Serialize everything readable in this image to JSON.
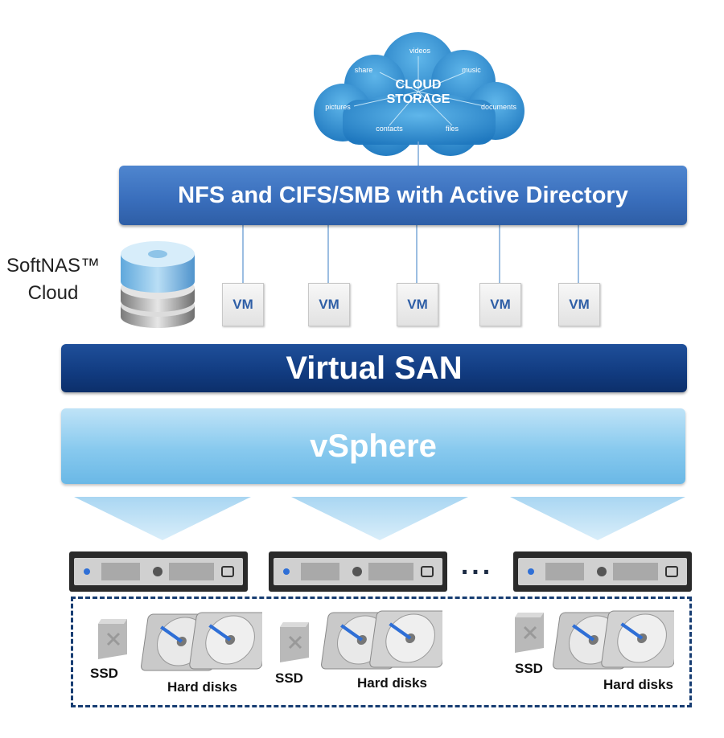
{
  "cloud": {
    "title_line1": "CLOUD",
    "title_line2": "STORAGE",
    "items": [
      "videos",
      "share",
      "music",
      "pictures",
      "documents",
      "contacts",
      "files"
    ]
  },
  "protocol_bar": {
    "label": "NFS and CIFS/SMB with Active Directory"
  },
  "softnas": {
    "line1": "SoftNAS™",
    "line2": "Cloud"
  },
  "vms": [
    "VM",
    "VM",
    "VM",
    "VM",
    "VM"
  ],
  "virtual_san": {
    "label": "Virtual SAN"
  },
  "vsphere": {
    "label": "vSphere"
  },
  "server_ellipsis": "...",
  "storage_groups": [
    {
      "ssd_label": "SSD",
      "hdd_label": "Hard disks"
    },
    {
      "ssd_label": "SSD",
      "hdd_label": "Hard disks"
    },
    {
      "ssd_label": "SSD",
      "hdd_label": "Hard disks"
    }
  ],
  "colors": {
    "protocol_bar": "#3a6fbd",
    "virtual_san": "#113b80",
    "vsphere": "#87c9ee",
    "cloud": "#2a86c8",
    "dashed_border": "#173d72"
  }
}
